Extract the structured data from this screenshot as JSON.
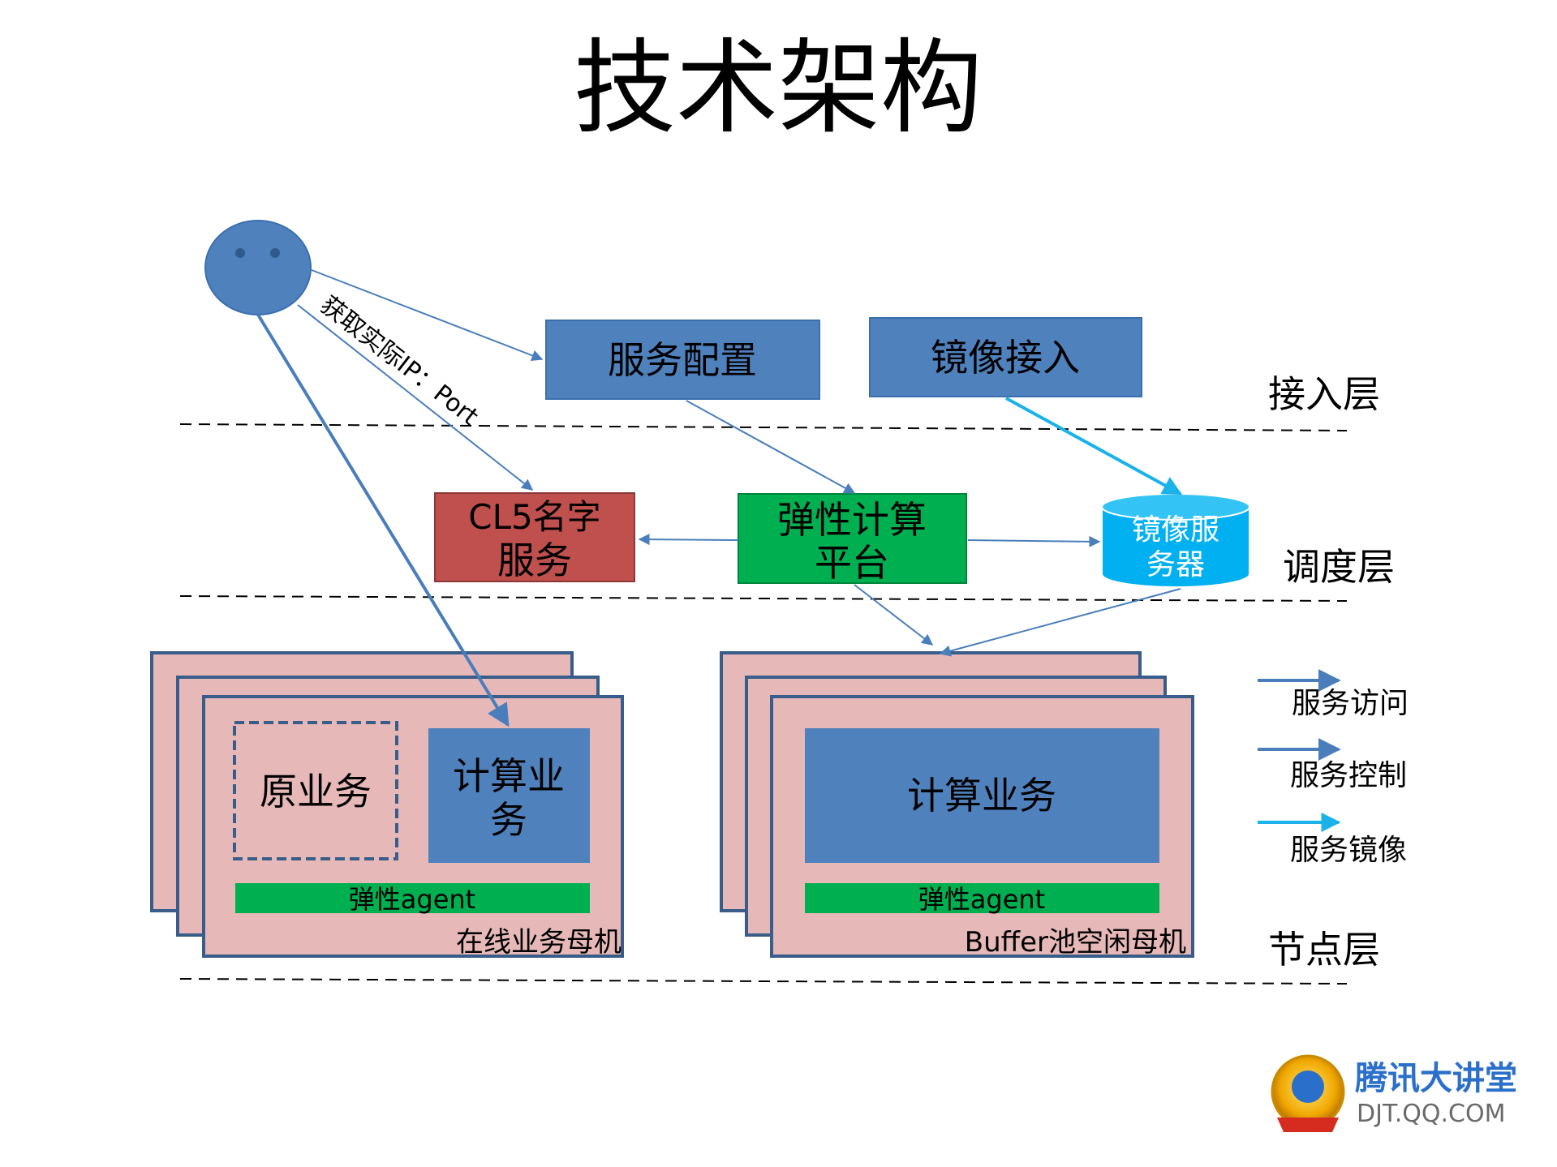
{
  "title": "技术架构",
  "user_edge_label": "获取实际IP：Port",
  "layers": {
    "access": "接入层",
    "dispatch": "调度层",
    "node": "节点层"
  },
  "access_layer": {
    "service_config": "服务配置",
    "image_access": "镜像接入"
  },
  "dispatch_layer": {
    "cl5_line1": "CL5名字",
    "cl5_line2": "服务",
    "elastic_line1": "弹性计算",
    "elastic_line2": "平台",
    "image_server_line1": "镜像服",
    "image_server_line2": "务器"
  },
  "online_host": {
    "original_service": "原业务",
    "compute_line1": "计算业",
    "compute_line2": "务",
    "agent": "弹性agent",
    "caption": "在线业务母机"
  },
  "buffer_host": {
    "compute": "计算业务",
    "agent": "弹性agent",
    "caption": "Buffer池空闲母机"
  },
  "legend": [
    {
      "label": "服务访问",
      "color": "#4a7ebb"
    },
    {
      "label": "服务控制",
      "color": "#4a7ebb"
    },
    {
      "label": "服务镜像",
      "color": "#1ab2e8"
    }
  ],
  "logo": {
    "name": "腾讯大讲堂",
    "url": "DJT.QQ.COM"
  },
  "colors": {
    "blue_box": "#4f81bd",
    "red_box": "#c0504d",
    "green_box": "#00b050",
    "cyan_cylinder": "#00b0f0",
    "host_fill": "#e6b9b8",
    "host_border": "#385d8a"
  }
}
